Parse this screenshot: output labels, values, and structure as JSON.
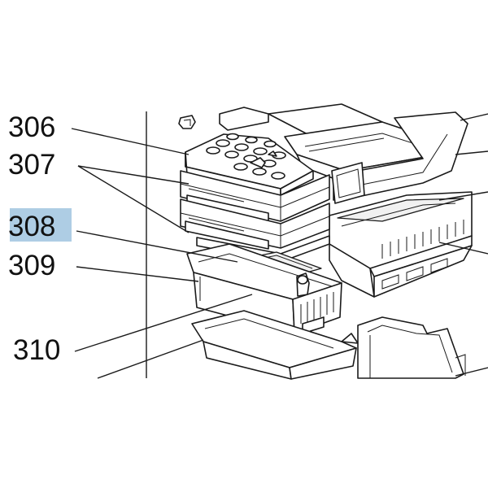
{
  "labels": {
    "p306": "306",
    "p307": "307",
    "p308": "308",
    "p309": "309",
    "p310": "310"
  },
  "highlight": {
    "part": "308",
    "color": "#aecde4"
  }
}
